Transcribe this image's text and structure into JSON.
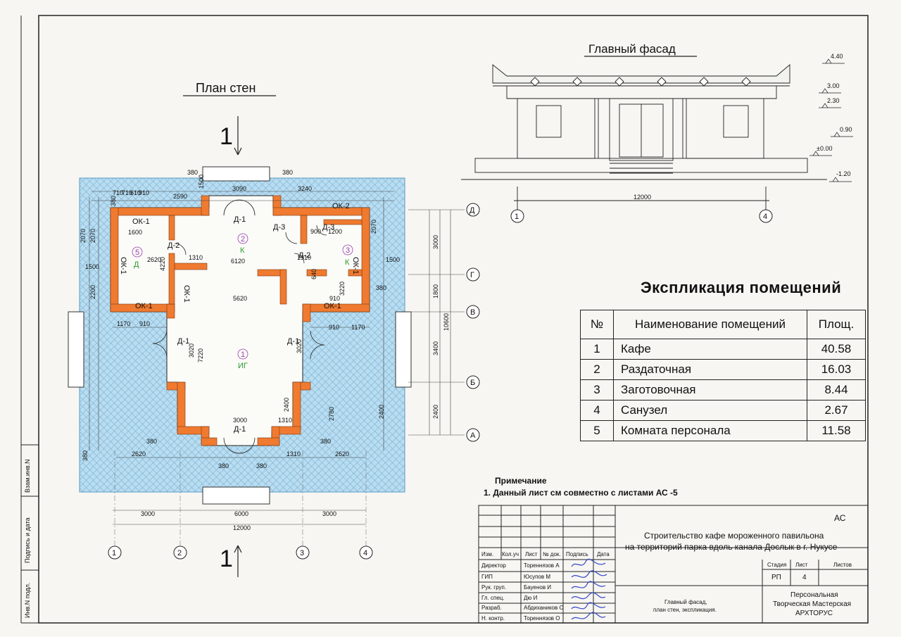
{
  "plan": {
    "title": "План стен",
    "section_mark": "1",
    "room_labels": [
      {
        "num": "1",
        "code": "ИГ"
      },
      {
        "num": "2",
        "code": "К"
      },
      {
        "num": "3",
        "code": "К"
      },
      {
        "num": "5",
        "code": "Д"
      }
    ],
    "window_labels": [
      "ОК-1",
      "ОК-2",
      "ОК-1",
      "ОК-1",
      "ОК-1",
      "ОК-1",
      "ОК-1"
    ],
    "door_labels": [
      "Д-1",
      "Д-1",
      "Д-1",
      "Д-1",
      "Д-2",
      "Д-2",
      "Д-3",
      "Д-3"
    ],
    "dims_top": [
      "380",
      "3090",
      "3240",
      "380",
      "2590",
      "710",
      "710",
      "610",
      "910",
      "1500"
    ],
    "dims_inner": [
      "6120",
      "5620",
      "1310",
      "2620",
      "1310",
      "640",
      "910",
      "3000",
      "2400",
      "1310",
      "3020",
      "3020",
      "7220",
      "2780",
      "900",
      "1200",
      "4220",
      "2070",
      "2070",
      "3220",
      "1600"
    ],
    "dims_bottom": [
      "3000",
      "6000",
      "3000",
      "12000",
      "2620",
      "1310",
      "2620",
      "380",
      "380",
      "380",
      "380"
    ],
    "dims_left": [
      "380",
      "2070",
      "1500",
      "2200",
      "1170",
      "910",
      "380"
    ],
    "dims_right": [
      "3000",
      "1800",
      "10600",
      "3400",
      "2400",
      "1500",
      "380",
      "2400",
      "1170",
      "910"
    ],
    "grid_axes_bottom": [
      "1",
      "2",
      "3",
      "4"
    ],
    "grid_axes_right": [
      "Д",
      "Г",
      "В",
      "Б",
      "А"
    ]
  },
  "facade": {
    "title": "Главный фасад",
    "levels": [
      "4.40",
      "3.00",
      "2.30",
      "0.90",
      "±0.00",
      "-1.20"
    ],
    "width_dim": "12000",
    "axis_left": "1",
    "axis_right": "4"
  },
  "explication": {
    "title": "Экспликация помещений",
    "header": {
      "num": "№",
      "name": "Наименование помещений",
      "area": "Площ."
    },
    "rows": [
      {
        "num": "1",
        "name": "Кафе",
        "area": "40.58"
      },
      {
        "num": "2",
        "name": "Раздаточная",
        "area": "16.03"
      },
      {
        "num": "3",
        "name": "Заготовочная",
        "area": "8.44"
      },
      {
        "num": "4",
        "name": "Санузел",
        "area": "2.67"
      },
      {
        "num": "5",
        "name": "Комната персонала",
        "area": "11.58"
      }
    ]
  },
  "note": {
    "heading": "Примечание",
    "text": "1. Данный лист см  совместно с листами АС -5"
  },
  "title_block": {
    "code": "АС",
    "project_line1": "Строительство кафе мороженного павильона",
    "project_line2": "на территорий парка вдоль канала Дослык в г. Нукусе",
    "col_headers": [
      "Изм.",
      "Кол.уч",
      "Лист",
      "№ док.",
      "Подпись",
      "Дата"
    ],
    "roles": [
      {
        "role": "Директор",
        "name": "Тореннязов А"
      },
      {
        "role": "ГИП",
        "name": "Юсупов М"
      },
      {
        "role": "Рук. груп.",
        "name": "Бауенов И"
      },
      {
        "role": "Гл. спец.",
        "name": "Дю И"
      },
      {
        "role": "Разраб.",
        "name": "Абдихаников О"
      },
      {
        "role": "Н. контр.",
        "name": "Тореннязов О"
      }
    ],
    "sheet_title_line1": "Главный фасад,",
    "sheet_title_line2": "план стен, экспликация.",
    "stage_label": "Стадия",
    "sheet_label": "Лист",
    "sheets_label": "Листов",
    "stage": "РП",
    "sheet": "4",
    "company_line1": "Персональная",
    "company_line2": "Творческая  Мастерская",
    "company_line3": "АРХТОРУС"
  },
  "sidebar": [
    "Инв.N подл.",
    "Подпись и дата",
    "Взам.инв.N"
  ],
  "colors": {
    "wall": "#ef7a30",
    "paving": "#a8d4ec",
    "line": "#222222"
  }
}
